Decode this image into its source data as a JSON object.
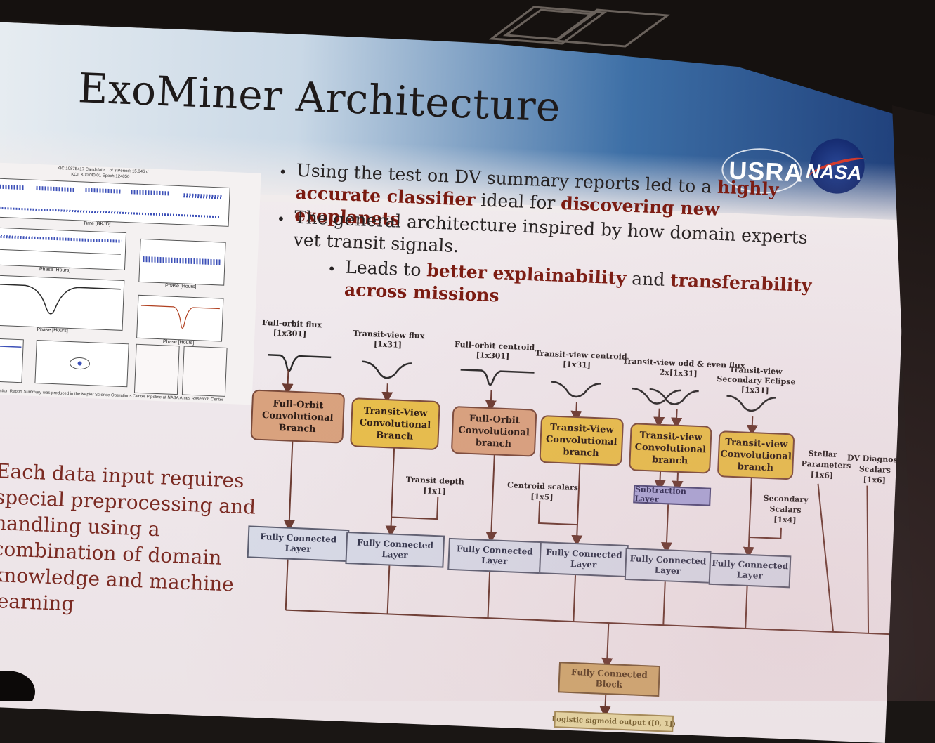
{
  "slide": {
    "title": "ExoMiner Architecture",
    "logos": {
      "left": "USRA",
      "right": "NASA"
    }
  },
  "bullets": [
    {
      "parts": [
        {
          "text": "Using the test on DV summary reports led to a ",
          "bold": false
        },
        {
          "text": "highly accurate classifier",
          "bold": true
        },
        {
          "text": " ideal for ",
          "bold": false
        },
        {
          "text": "discovering new exoplanets",
          "bold": true
        }
      ]
    },
    {
      "parts": [
        {
          "text": "The general architecture inspired by how domain experts vet transit signals.",
          "bold": false
        }
      ]
    }
  ],
  "sub_bullet": {
    "parts": [
      {
        "text": "Leads to ",
        "bold": false
      },
      {
        "text": "better explainability",
        "bold": true
      },
      {
        "text": " and ",
        "bold": false
      },
      {
        "text": "transferability across missions",
        "bold": true
      }
    ]
  },
  "side_text": [
    "Each data input requires",
    "special preprocessing and",
    "handling using a",
    "combination of domain",
    "knowledge and machine",
    "learning"
  ],
  "diagram": {
    "inputs": [
      {
        "label": "Full-orbit flux",
        "dim": "[1x301]"
      },
      {
        "label": "Transit-view flux",
        "dim": "[1x31]"
      },
      {
        "label": "Full-orbit centroid",
        "dim": "[1x301]"
      },
      {
        "label": "Transit-view centroid",
        "dim": "[1x31]"
      },
      {
        "label": "Transit-view odd & even flux",
        "dim": "2x[1x31]"
      },
      {
        "label": "Transit-view",
        "label2": "Secondary Eclipse",
        "dim": "[1x31]"
      }
    ],
    "branches": [
      {
        "line1": "Full-Orbit",
        "line2": "Convolutional",
        "line3": "Branch",
        "color": "orange"
      },
      {
        "line1": "Transit-View",
        "line2": "Convolutional",
        "line3": "Branch",
        "color": "yellow"
      },
      {
        "line1": "Full-Orbit",
        "line2": "Convolutional",
        "line3": "branch",
        "color": "orange"
      },
      {
        "line1": "Transit-View",
        "line2": "Convolutional",
        "line3": "branch",
        "color": "yellow"
      },
      {
        "line1": "Transit-view",
        "line2": "Convolutional",
        "line3": "branch",
        "color": "yellow"
      },
      {
        "line1": "Transit-view",
        "line2": "Convolutional",
        "line3": "branch",
        "color": "yellow"
      }
    ],
    "subtraction_layer": "Subtraction Layer",
    "scalars": [
      {
        "line1": "Transit depth",
        "line2": "[1x1]"
      },
      {
        "line1": "Centroid scalars",
        "line2": "[1x5]"
      },
      {
        "line1": "Secondary",
        "line2": "Scalars",
        "line3": "[1x4]"
      }
    ],
    "extra_inputs": [
      {
        "line1": "Stellar",
        "line2": "Parameters",
        "line3": "[1x6]"
      },
      {
        "line1": "DV Diagnostic",
        "line2": "Scalars",
        "line3": "[1x6]"
      }
    ],
    "fc_layer": {
      "line1": "Fully Connected",
      "line2": "Layer"
    },
    "fc_block": {
      "line1": "Fully Connected",
      "line2": "Block"
    },
    "output": "Logistic sigmoid output ([0, 1])",
    "colors": {
      "orange_branch": "#d9a27e",
      "yellow_branch": "#e8bf4a",
      "fc_layer": "#d7dbe8",
      "subtraction": "#a8a6d8",
      "fc_block": "#cfa86e",
      "wire": "#6a3a30"
    }
  },
  "report_thumbnail": {
    "header": [
      "KIC 10875417  Candidate 1 of 3  Period: 15.845 d",
      "KOI: K00740.01   Epoch 124850"
    ],
    "panel_labels": [
      "Time [BKJD]",
      "Phase [Hours]",
      "Phase [Hours]",
      "Phase [Hours]",
      "Phase [Hours]"
    ],
    "footer": "This Data Validation Report Summary was produced in the Kepler Science Operations Center Pipeline at NASA Ames Research Center"
  }
}
